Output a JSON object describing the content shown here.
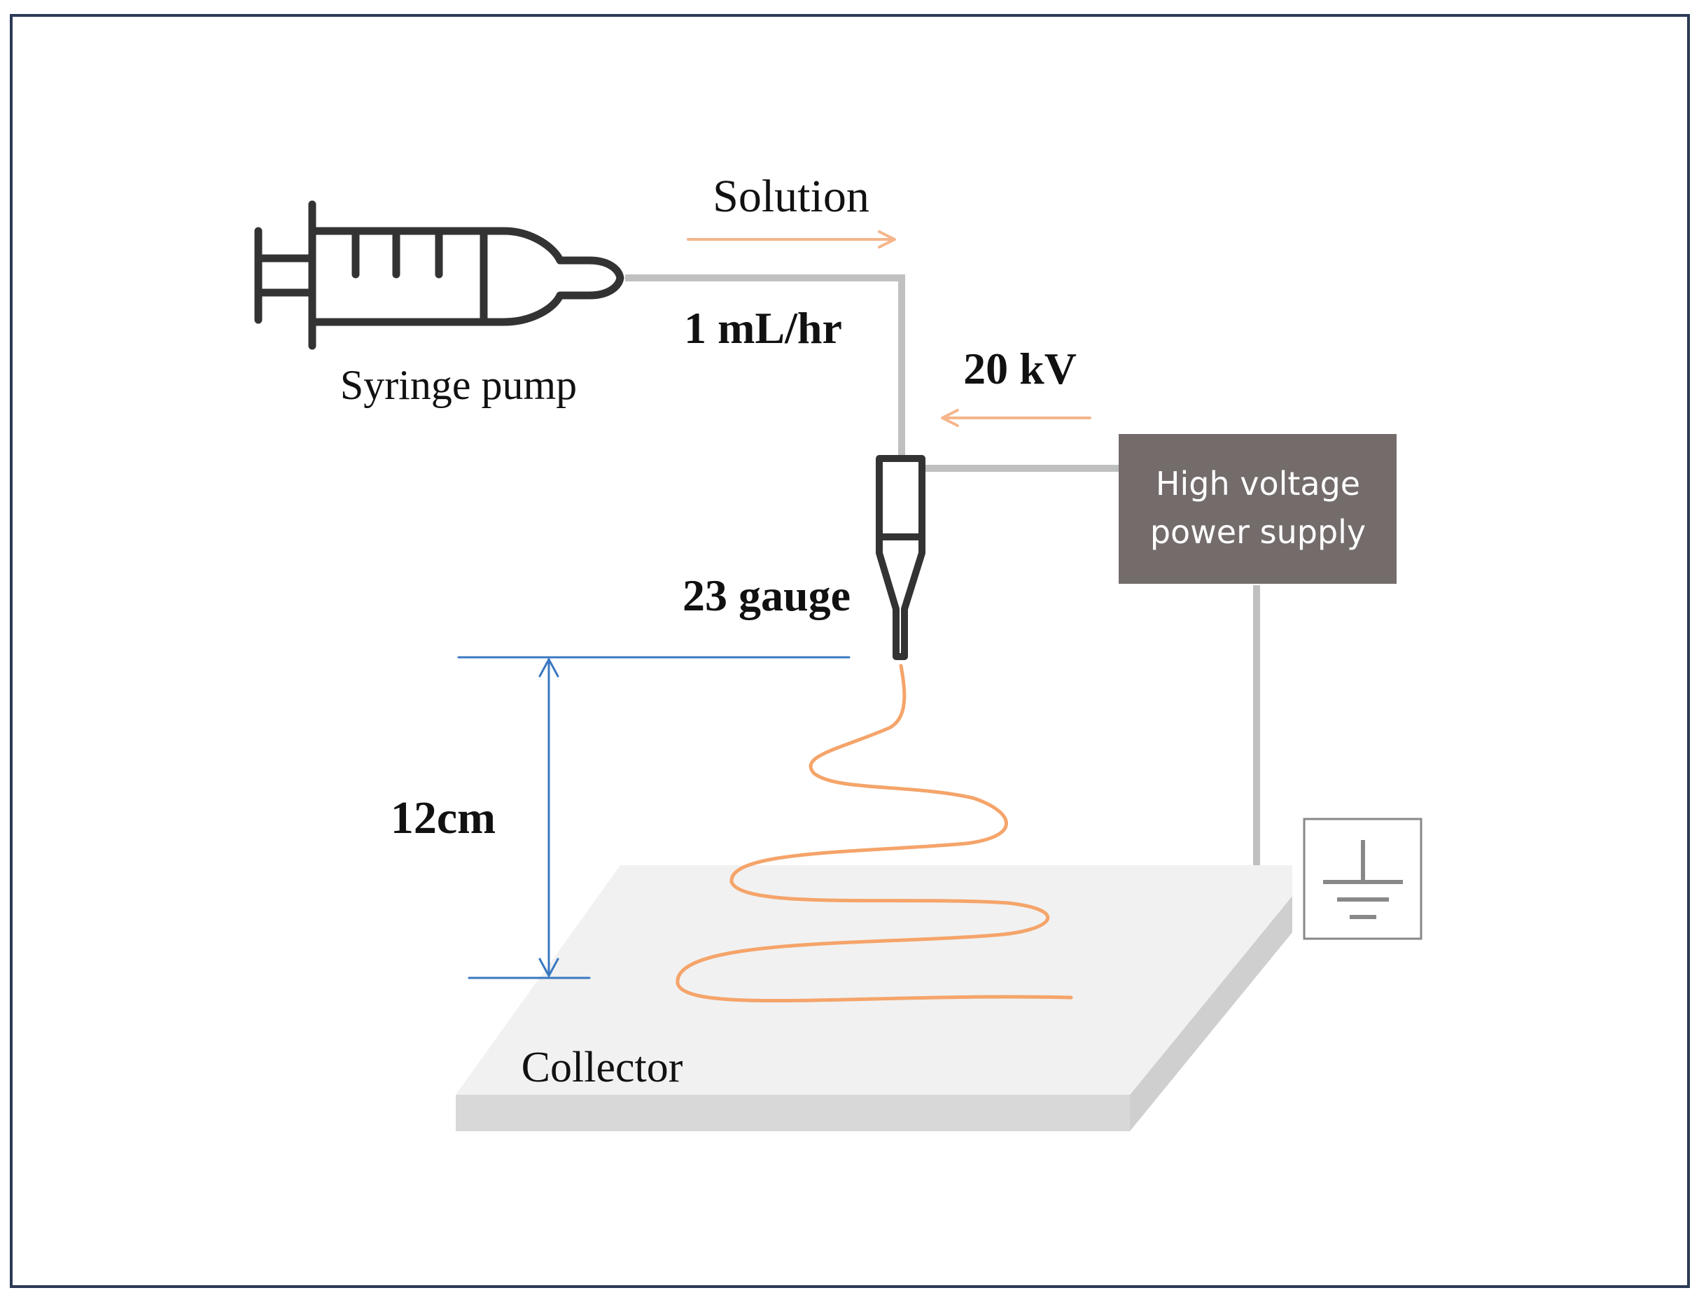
{
  "labels": {
    "solution": "Solution",
    "flow_rate": "1 mL/hr",
    "syringe_pump": "Syringe pump",
    "voltage": "20 kV",
    "power_supply_line1": "High voltage",
    "power_supply_line2": "power supply",
    "needle_gauge": "23 gauge",
    "distance": "12cm",
    "collector": "Collector"
  },
  "colors": {
    "frame": "#2b3a55",
    "syringe": "#333333",
    "tubing": "#c0c0c0",
    "arrow": "#f5b58a",
    "fiber": "#f5a46a",
    "dimension": "#3a78c2",
    "power_box": "#736c6b",
    "power_text": "#ffffff",
    "collector_top": "#f1f1f1",
    "collector_side": "#d8d8d8",
    "ground_box": "#888888"
  },
  "icons": {
    "syringe": "syringe-icon",
    "needle": "needle-icon",
    "ground": "ground-icon"
  }
}
